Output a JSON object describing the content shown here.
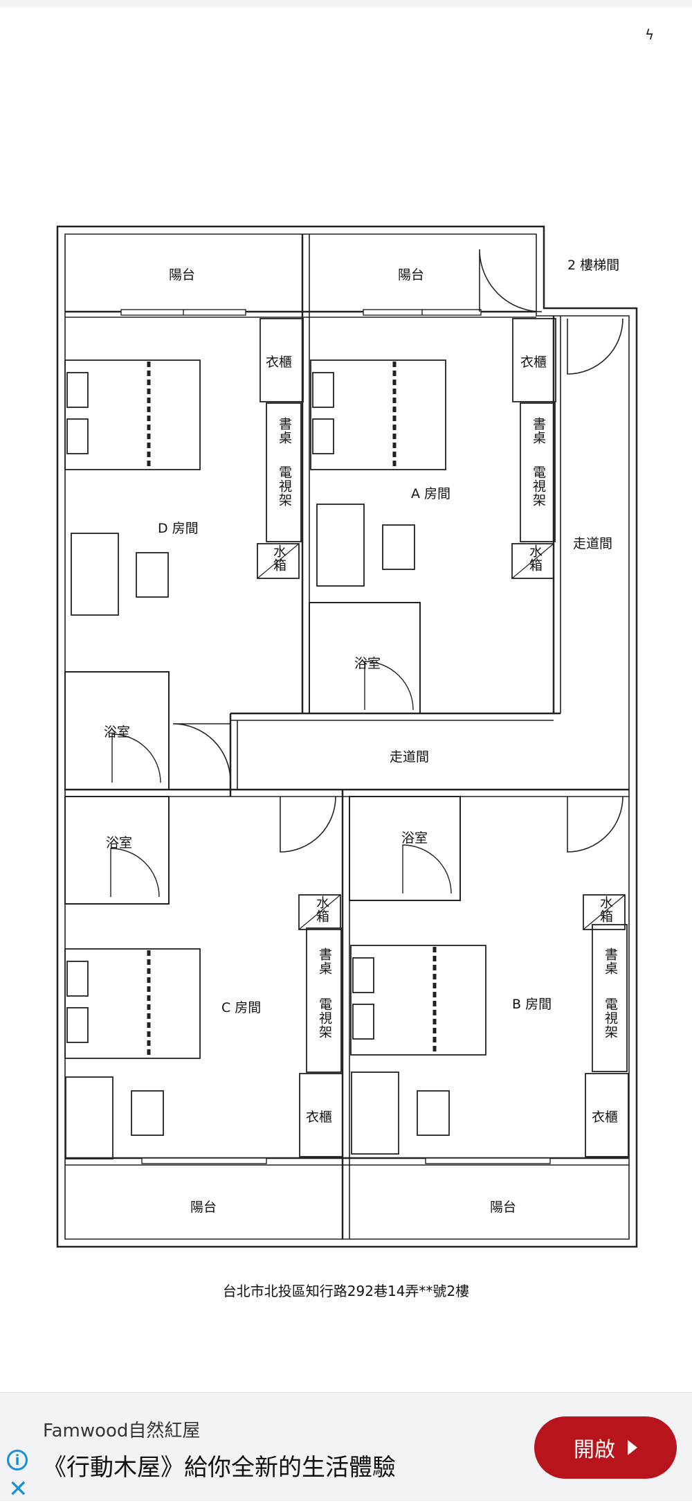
{
  "status": {
    "icon": "bolt-icon"
  },
  "plan": {
    "stair_label": "2 樓梯間",
    "balconies": [
      "陽台",
      "陽台",
      "陽台",
      "陽台"
    ],
    "rooms": {
      "a": "A 房間",
      "b": "B 房間",
      "c": "C 房間",
      "d": "D 房間"
    },
    "wardrobe": "衣櫃",
    "desk": "書桌",
    "tv_stand": "電視架",
    "fridge": "水箱",
    "bathroom": "浴室",
    "corridor": "走道間",
    "address": "台北市北投區知行路292巷14弄**號2樓"
  },
  "ad": {
    "brand": "Famwood自然紅屋",
    "headline": "《行動木屋》給你全新的生活體驗",
    "cta": "開啟",
    "info_icon": "info-icon",
    "close_icon": "close-icon"
  }
}
